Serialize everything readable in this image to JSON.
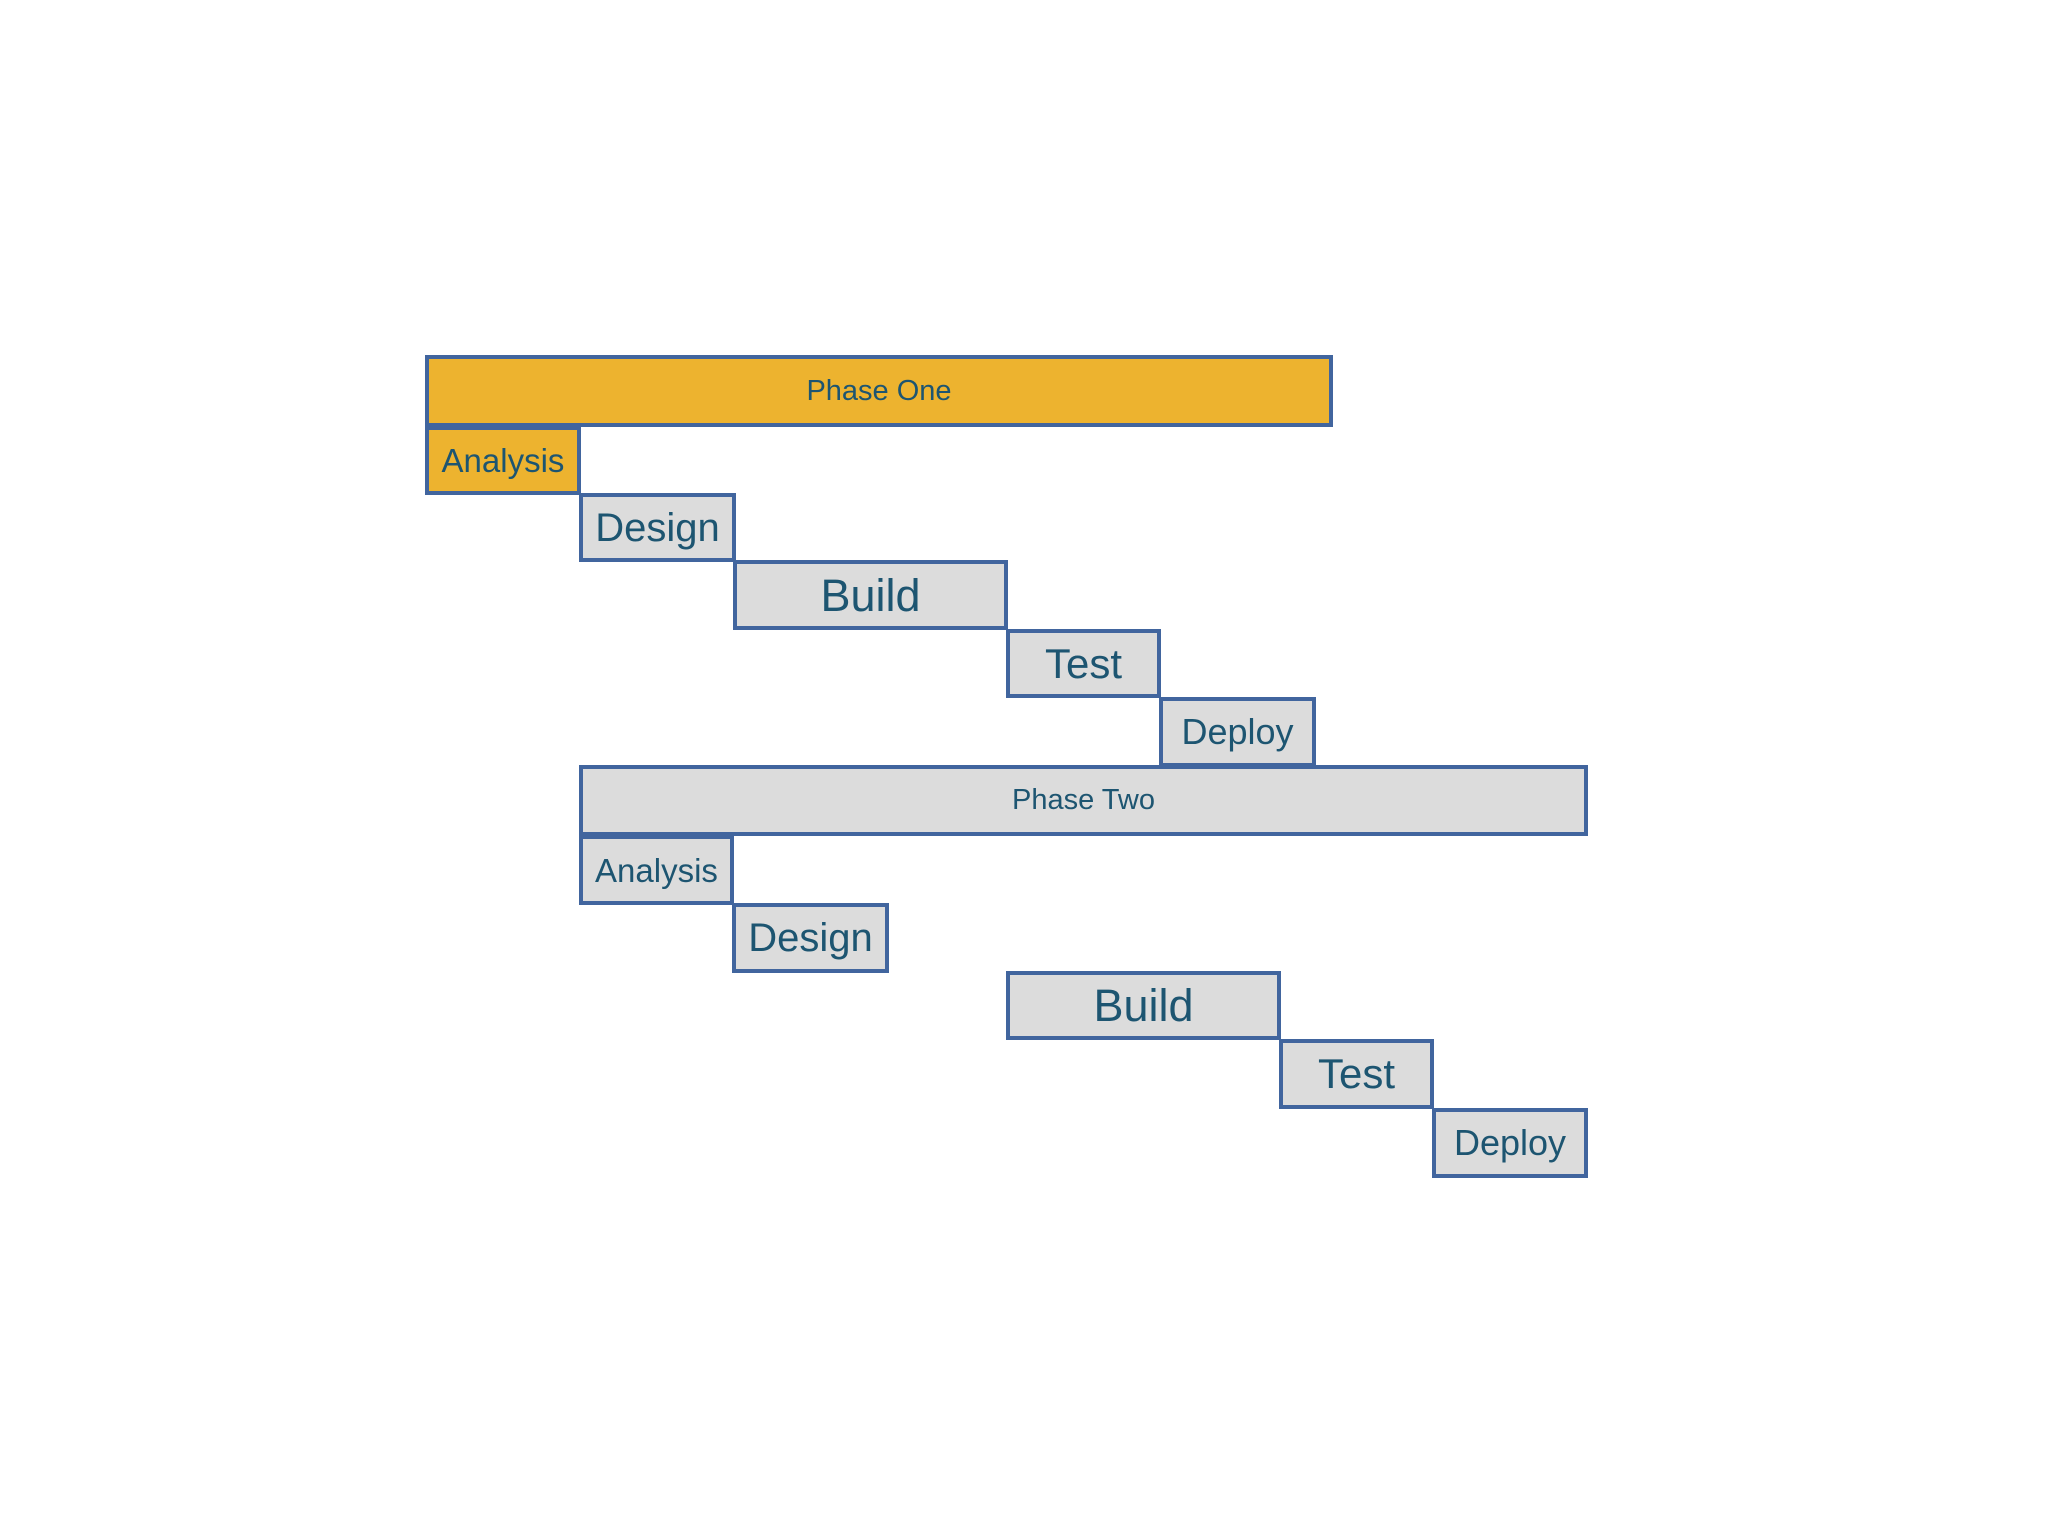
{
  "diagram": {
    "kind": "gantt-process-diagram",
    "background": "#FFFFFF",
    "colors": {
      "highlight_fill": "#EDB32F",
      "task_fill": "#DCDCDC",
      "border": "#41659E",
      "text": "#1D5571"
    },
    "phases": [
      {
        "name": "Phase One",
        "highlighted": true,
        "tasks": [
          "Analysis",
          "Design",
          "Build",
          "Test",
          "Deploy"
        ]
      },
      {
        "name": "Phase Two",
        "highlighted": false,
        "tasks": [
          "Analysis",
          "Design",
          "Build",
          "Test",
          "Deploy"
        ]
      }
    ],
    "bars": [
      {
        "id": "phase-one",
        "label": "Phase One",
        "row": 1,
        "fill": "highlight"
      },
      {
        "id": "analysis-1",
        "label": "Analysis",
        "row": 2,
        "fill": "highlight"
      },
      {
        "id": "design-1",
        "label": "Design",
        "row": 3,
        "fill": "task"
      },
      {
        "id": "build-1",
        "label": "Build",
        "row": 4,
        "fill": "task"
      },
      {
        "id": "test-1",
        "label": "Test",
        "row": 5,
        "fill": "task"
      },
      {
        "id": "deploy-1",
        "label": "Deploy",
        "row": 6,
        "fill": "task"
      },
      {
        "id": "phase-two",
        "label": "Phase Two",
        "row": 7,
        "fill": "task"
      },
      {
        "id": "analysis-2",
        "label": "Analysis",
        "row": 8,
        "fill": "task"
      },
      {
        "id": "design-2",
        "label": "Design",
        "row": 9,
        "fill": "task"
      },
      {
        "id": "build-2",
        "label": "Build",
        "row": 10,
        "fill": "task"
      },
      {
        "id": "test-2",
        "label": "Test",
        "row": 11,
        "fill": "task"
      },
      {
        "id": "deploy-2",
        "label": "Deploy",
        "row": 12,
        "fill": "task"
      }
    ]
  }
}
